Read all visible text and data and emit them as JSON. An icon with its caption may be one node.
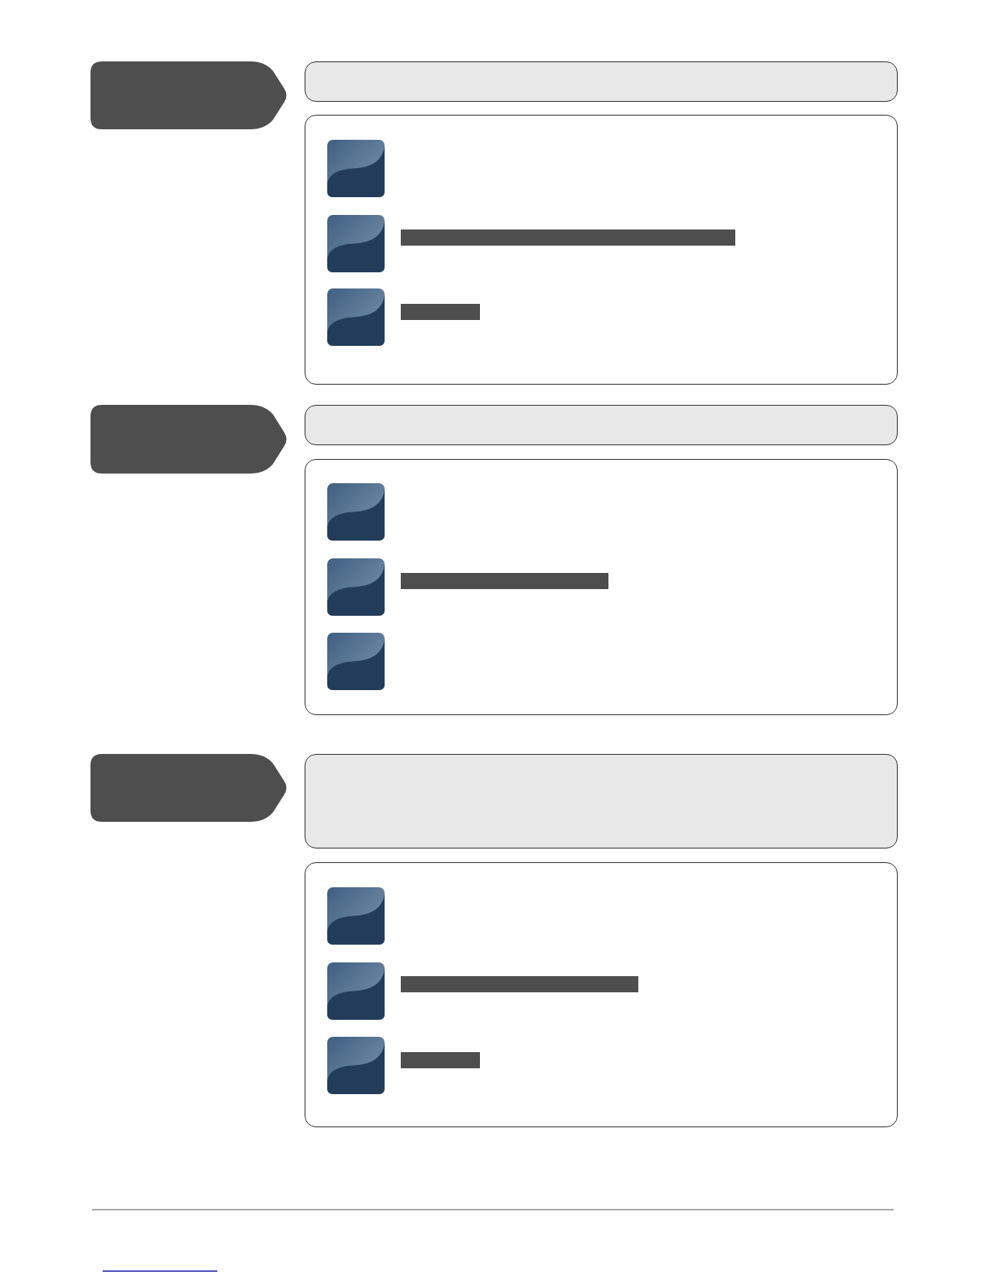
{
  "diagram": {
    "nodes": [
      {
        "text": [],
        "shape": "tag"
      },
      {
        "text": [],
        "shape": "box"
      },
      {
        "text": [],
        "shape": "box"
      },
      {
        "text": [],
        "shape": "square",
        "in": 2
      },
      {
        "text": [],
        "shape": "square",
        "in": 2
      },
      {
        "text": [],
        "shape": "bar",
        "in": 2
      },
      {
        "text": [],
        "shape": "square",
        "in": 2
      },
      {
        "text": [],
        "shape": "bar",
        "in": 2
      },
      {
        "text": [],
        "shape": "tag"
      },
      {
        "text": [],
        "shape": "box"
      },
      {
        "text": [],
        "shape": "box"
      },
      {
        "text": [],
        "shape": "square",
        "in": 10
      },
      {
        "text": [],
        "shape": "square",
        "in": 10
      },
      {
        "text": [],
        "shape": "bar",
        "in": 10
      },
      {
        "text": [],
        "shape": "square",
        "in": 10
      },
      {
        "text": [],
        "shape": "tag"
      },
      {
        "text": [],
        "shape": "box"
      },
      {
        "text": [],
        "shape": "box"
      },
      {
        "text": [],
        "shape": "square",
        "in": 17
      },
      {
        "text": [],
        "shape": "square",
        "in": 17
      },
      {
        "text": [],
        "shape": "bar",
        "in": 17
      },
      {
        "text": [],
        "shape": "square",
        "in": 17
      },
      {
        "text": [],
        "shape": "bar",
        "in": 17
      }
    ]
  }
}
